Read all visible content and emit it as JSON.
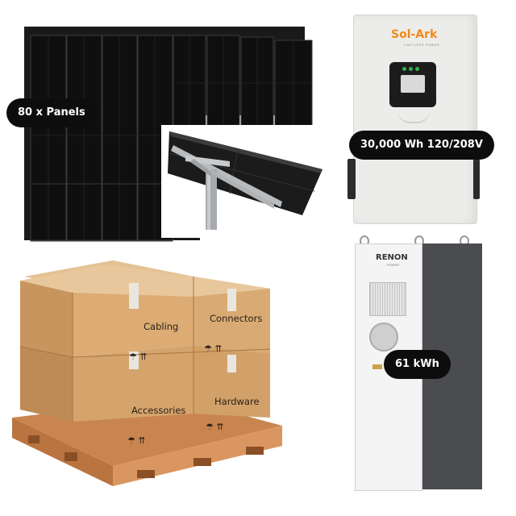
{
  "labels": {
    "panels": "80 x Panels",
    "inverter": "30,000 Wh 120/208V",
    "battery": "61 kWh"
  },
  "inverter": {
    "brand": "Sol-Ark",
    "tagline": "LIMITLESS POWER"
  },
  "battery": {
    "brand": "RENON",
    "sub": "POWER"
  },
  "boxes": {
    "cabling": "Cabling",
    "connectors": "Connectors",
    "accessories": "Accessories",
    "hardware": "Hardware"
  },
  "colors": {
    "panel": "#121212",
    "pill": "#0d0d0d",
    "cardboard": "#d7ab78",
    "pallet": "#d38f57",
    "inverter_body": "#ececea",
    "brand_orange": "#f08a1c"
  }
}
